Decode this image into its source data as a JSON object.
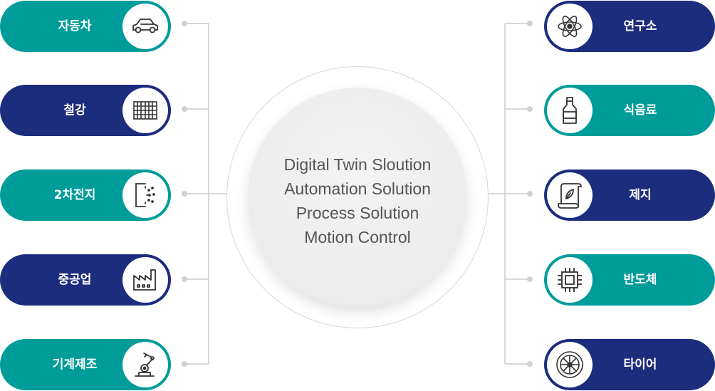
{
  "left_items": [
    {
      "label": "자동차",
      "icon": "car-icon",
      "color": "teal"
    },
    {
      "label": "철강",
      "icon": "steel-grid-icon",
      "color": "navy"
    },
    {
      "label": "2차전지",
      "icon": "battery-icon",
      "color": "teal"
    },
    {
      "label": "중공업",
      "icon": "factory-icon",
      "color": "navy"
    },
    {
      "label": "기계제조",
      "icon": "robot-arm-icon",
      "color": "teal"
    }
  ],
  "right_items": [
    {
      "label": "연구소",
      "icon": "atom-icon",
      "color": "navy"
    },
    {
      "label": "식음료",
      "icon": "bottle-icon",
      "color": "teal"
    },
    {
      "label": "제지",
      "icon": "paper-scroll-icon",
      "color": "navy"
    },
    {
      "label": "반도체",
      "icon": "chip-icon",
      "color": "teal"
    },
    {
      "label": "타이어",
      "icon": "tire-icon",
      "color": "navy"
    }
  ],
  "center": {
    "lines": [
      "Digital Twin Sloution",
      "Automation Solution",
      "Process Solution",
      "Motion Control"
    ]
  },
  "colors": {
    "teal": "#009c9a",
    "navy": "#1c2d7e",
    "connector": "#cccccc"
  }
}
